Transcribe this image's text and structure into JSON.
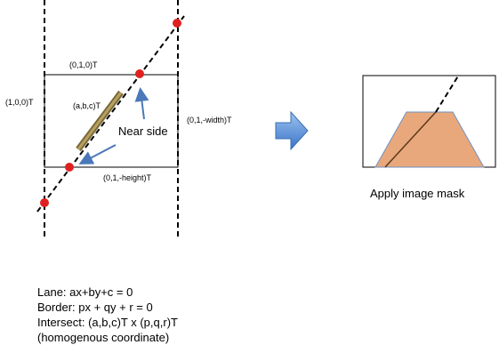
{
  "labels": {
    "top_border": "(0,1,0)T",
    "left_border": "(1,0,0)T",
    "right_border": "(0,1,-width)T",
    "bottom_border": "(0,1,-height)T",
    "lane_vector": "(a,b,c)T",
    "near_side": "Near side"
  },
  "mask_caption": "Apply image mask",
  "formulas": [
    "Lane: ax+by+c = 0",
    "Border: px + qy + r = 0",
    "Intersect: (a,b,c)T x (p,q,r)T",
    "(homogenous coordinate)"
  ],
  "colors": {
    "lane_segment": "#7a6a3a",
    "intersection_point": "#e02020",
    "arrow": "#4a78b8",
    "big_arrow": "#3f7fd0",
    "mask_fill": "#e8a87c",
    "mask_stroke": "#7090c0"
  },
  "icons": {
    "big_arrow": "right-arrow-icon"
  }
}
